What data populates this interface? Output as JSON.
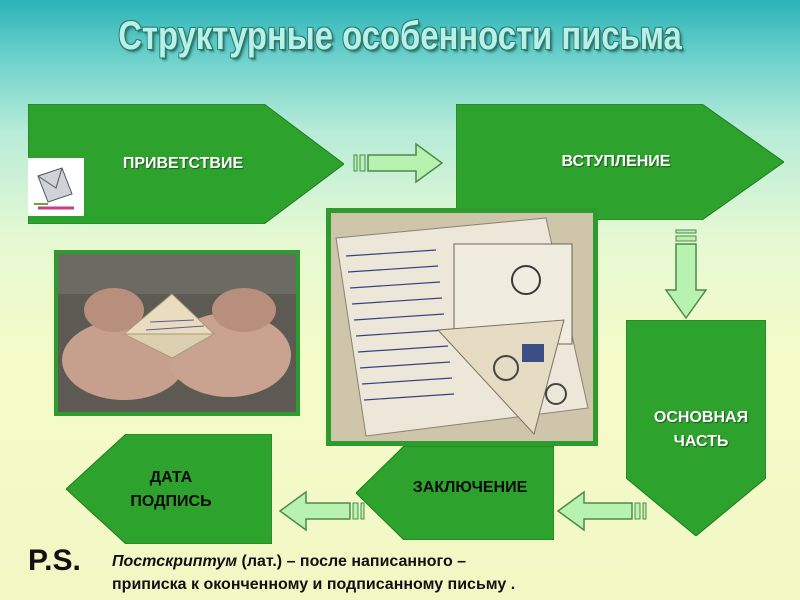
{
  "title": "Структурные особенности письма",
  "steps": {
    "greeting": "ПРИВЕТСТВИЕ",
    "intro": "ВСТУПЛЕНИЕ",
    "main_line1": "ОСНОВНАЯ",
    "main_line2": "ЧАСТЬ",
    "conclusion": "ЗАКЛЮЧЕНИЕ",
    "date_line1": "ДАТА",
    "date_line2": "ПОДПИСЬ"
  },
  "ps": {
    "label": "P.S.",
    "term": "Постскриптум",
    "definition_line1": " (лат.) – после написанного –",
    "definition_line2": "приписка к оконченному и подписанному письму ."
  },
  "colors": {
    "shape_green": "#2da32d",
    "arrow_fill": "#b8f2b0",
    "arrow_stroke": "#4c8a4c"
  },
  "icons": [
    "envelope-icon",
    "right-arrow-icon",
    "down-arrow-icon",
    "left-arrow-icon"
  ]
}
